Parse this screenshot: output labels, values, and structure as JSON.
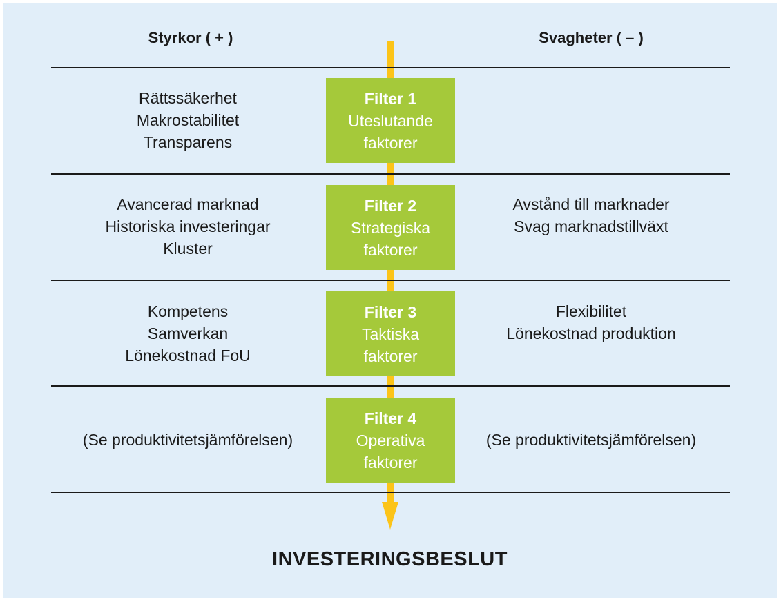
{
  "headers": {
    "left": "Styrkor ( + )",
    "right": "Svagheter ( – )"
  },
  "filters": [
    {
      "title": "Filter 1",
      "line1": "Uteslutande",
      "line2": "faktorer"
    },
    {
      "title": "Filter 2",
      "line1": "Strategiska",
      "line2": "faktorer"
    },
    {
      "title": "Filter 3",
      "line1": "Taktiska",
      "line2": "faktorer"
    },
    {
      "title": "Filter 4",
      "line1": "Operativa",
      "line2": "faktorer"
    }
  ],
  "strengths": [
    [
      "Rättssäkerhet",
      "Makrostabilitet",
      "Transparens"
    ],
    [
      "Avancerad marknad",
      "Historiska investeringar",
      "Kluster"
    ],
    [
      "Kompetens",
      "Samverkan",
      "Lönekostnad FoU"
    ],
    [
      "(Se produktivitetsjämförelsen)"
    ]
  ],
  "weaknesses": [
    [],
    [
      "Avstånd till marknader",
      "Svag marknadstillväxt"
    ],
    [
      "Flexibilitet",
      "Lönekostnad produktion"
    ],
    [
      "(Se produktivitetsjämförelsen)"
    ]
  ],
  "decision": "INVESTERINGSBESLUT",
  "colors": {
    "background": "#e1eef9",
    "filter_box": "#a5c93a",
    "arrow": "#fcc419"
  }
}
